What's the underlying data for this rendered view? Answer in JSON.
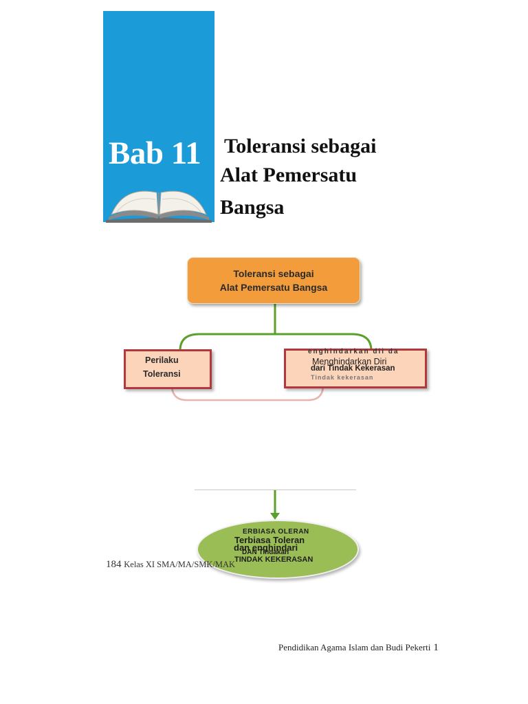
{
  "chapter": {
    "number_label": "Bab 11",
    "title_lines": [
      "Toleransi sebagai",
      "Alat Pemersatu",
      "Bangsa"
    ],
    "banner_color": "#1b9bd8",
    "icon": "open-book-icon"
  },
  "concept_map": {
    "root": {
      "lines": [
        "Toleransi sebagai",
        "Alat Pemersatu Bangsa"
      ],
      "color": "#f29c3c"
    },
    "left_child": {
      "lines": [
        "Perilaku",
        "Toleransi"
      ]
    },
    "right_child": {
      "ghost_text": "enghindarkan dii da",
      "lines": [
        "Menghindarkan Diri",
        "dari Tindak Kekerasan"
      ],
      "ghost_text_2": "Tindak kekerasan"
    },
    "result": {
      "ghost_top": "ERBIASA OLERAN",
      "line1": "Terbiasa Toleran",
      "ghost_mid": "dan enghindari",
      "ghost_mid2": "DAN Tindakan",
      "line2": "TINDAK KEKERASAN",
      "color": "#9bbd55"
    },
    "connector_color": "#5aa02c"
  },
  "page_reference": {
    "page_number": "184",
    "text": "Kelas XI SMA/MA/SMK/MAK"
  },
  "footer": {
    "book_title": "Pendidikan Agama Islam dan Budi Pekerti",
    "page_number": "1"
  }
}
